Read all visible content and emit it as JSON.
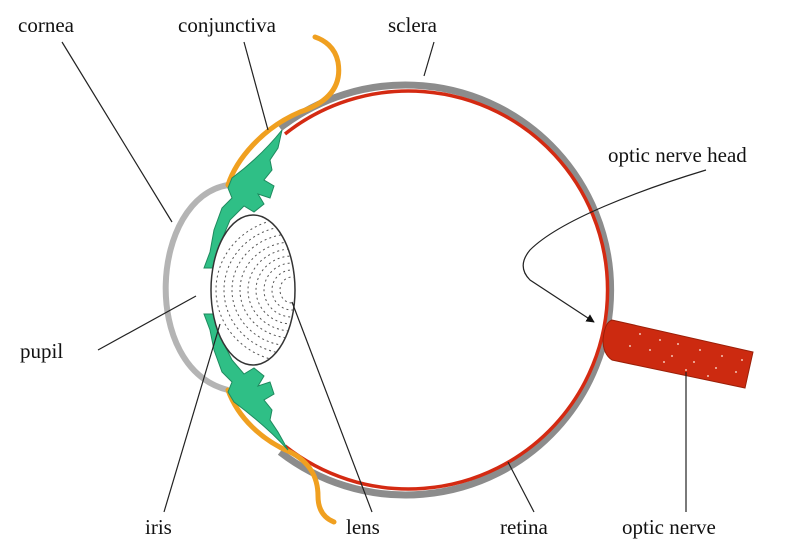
{
  "labels": {
    "cornea": "cornea",
    "conjunctiva": "conjunctiva",
    "sclera": "sclera",
    "optic_nerve_head": "optic nerve head",
    "pupil": "pupil",
    "iris": "iris",
    "lens": "lens",
    "retina": "retina",
    "optic_nerve": "optic nerve"
  },
  "colors": {
    "sclera": "#8c8c8c",
    "retina": "#d42a12",
    "conjunctiva": "#f0a020",
    "ciliary": "#2fbf86",
    "optic_nerve": "#cc2a10",
    "cornea": "#b4b4b4",
    "lens_lines": "#555555",
    "leader": "#222222"
  }
}
